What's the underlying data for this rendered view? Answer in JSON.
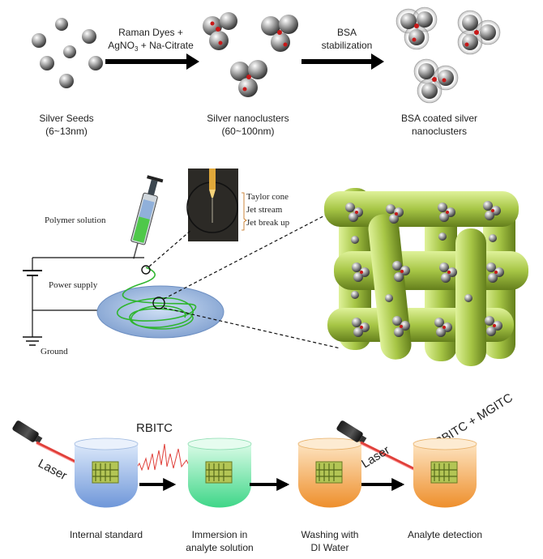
{
  "synthesis": {
    "seeds_label_1": "Silver Seeds",
    "seeds_label_2": "(6~13nm)",
    "step1_line1": "Raman Dyes +",
    "step1_line2_a": "AgNO",
    "step1_line2_sub": "3",
    "step1_line2_b": " + Na-Citrate",
    "clusters_label_1": "Silver nanoclusters",
    "clusters_label_2": "(60~100nm)",
    "step2_line1": "BSA",
    "step2_line2": "stabilization",
    "coated_label_1": "BSA coated silver",
    "coated_label_2": "nanoclusters"
  },
  "electrospinning": {
    "polymer_label": "Polymer solution",
    "power_label": "Power supply",
    "ground_label": "Ground",
    "taylor_label": "Taylor cone",
    "jet_stream_label": "Jet stream",
    "jet_break_label": "Jet break up"
  },
  "detection": {
    "laser_label_1": "Laser",
    "laser_label_2": "Laser",
    "rbitc_label": "RBITC",
    "rbitc_mgitc_label": "RBITC + MGITC",
    "stage1_label": "Internal standard",
    "stage2_label_1": "Immersion in",
    "stage2_label_2": "analyte solution",
    "stage3_label_1": "Washing with",
    "stage3_label_2": "DI Water",
    "stage4_label": "Analyte detection"
  },
  "colors": {
    "silver": "#8a8a8a",
    "dye_red": "#c81818",
    "fiber_green": "#9cbd3c",
    "tube_blue": "#8fb3e6",
    "tube_green": "#6fe3a8",
    "tube_orange": "#f2a447",
    "laser_red": "#e0403a"
  }
}
